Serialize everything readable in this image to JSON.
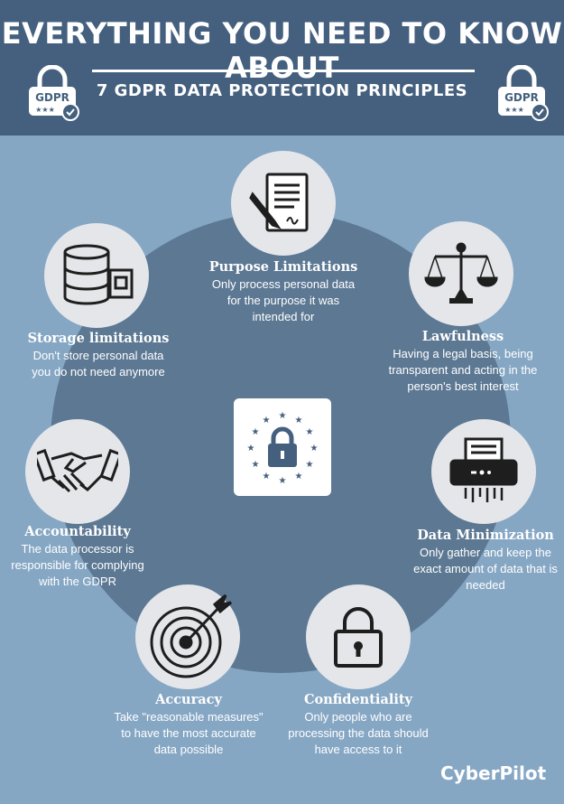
{
  "header": {
    "title": "Everything you need to know about",
    "subtitle": "7 GDPR data protection principles",
    "badge_text": "GDPR"
  },
  "principles": [
    {
      "title": "Purpose Limitations",
      "desc": "Only process personal data for the purpose it was intended for",
      "icon": "contract-signature-icon"
    },
    {
      "title": "Lawfulness",
      "desc": "Having a legal basis, being transparent and acting in the person's best interest",
      "icon": "scales-icon"
    },
    {
      "title": "Data Minimization",
      "desc": "Only gather and keep the exact amount of data that is needed",
      "icon": "shredder-icon"
    },
    {
      "title": "Confidentiality",
      "desc": "Only people who are processing the data should have access to it",
      "icon": "padlock-icon"
    },
    {
      "title": "Accuracy",
      "desc": "Take \"reasonable measures\" to have the most accurate data possible",
      "icon": "target-icon"
    },
    {
      "title": "Accountability",
      "desc": "The data processor is responsible for complying with the GDPR",
      "icon": "handshake-icon"
    },
    {
      "title": "Storage limitations",
      "desc": "Don't store personal data you do not need anymore",
      "icon": "database-icon"
    }
  ],
  "center_icon": "eu-lock-icon",
  "brand": "CyberPilot",
  "colors": {
    "header": "#44607e",
    "background": "#86a7c4",
    "ring": "#5c7893",
    "node": "#e5e6ea",
    "icon": "#1e1e1e"
  }
}
